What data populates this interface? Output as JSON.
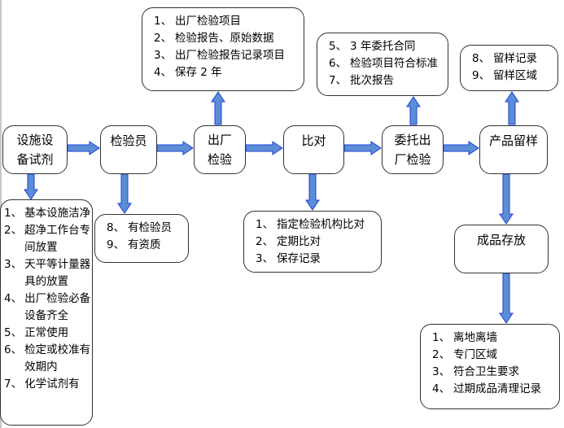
{
  "diagram": {
    "colors": {
      "arrow_fill": "#5b8ed6",
      "arrow_stroke": "#1f3fd8",
      "box_border": "#333333"
    },
    "nodes": {
      "facilities": "设施设\n备试剂",
      "inspector": "检验员",
      "factory_inspection": "出厂\n检验",
      "comparison": "比对",
      "entrusted_inspection": "委托出\n厂检验",
      "sample_retention": "产品留样",
      "finished_storage": "成品存放"
    },
    "notes": {
      "factory_inspection": [
        {
          "num": "1、",
          "text": "出厂检验项目"
        },
        {
          "num": "2、",
          "text": "检验报告、原始数据"
        },
        {
          "num": "3、",
          "text": "出厂检验报告记录项目"
        },
        {
          "num": "4、",
          "text": "保存 2 年"
        }
      ],
      "entrusted_inspection": [
        {
          "num": "5、",
          "text": "3 年委托合同"
        },
        {
          "num": "6、",
          "text": "检验项目符合标准"
        },
        {
          "num": "7、",
          "text": "批次报告"
        }
      ],
      "sample_retention": [
        {
          "num": "8、",
          "text": "留样记录"
        },
        {
          "num": "9、",
          "text": "留样区域"
        }
      ],
      "facilities": [
        {
          "num": "1、",
          "text": "基本设施洁净"
        },
        {
          "num": "2、",
          "text": "超净工作台专间放置"
        },
        {
          "num": "3、",
          "text": "天平等计量器具的放置"
        },
        {
          "num": "4、",
          "text": "出厂检验必备设备齐全"
        },
        {
          "num": "5、",
          "text": "正常使用"
        },
        {
          "num": "6、",
          "text": "检定或校准有效期内"
        },
        {
          "num": "7、",
          "text": "化学试剂有"
        }
      ],
      "inspector": [
        {
          "num": "8、",
          "text": "有检验员"
        },
        {
          "num": "9、",
          "text": "有资质"
        }
      ],
      "comparison": [
        {
          "num": "1、",
          "text": "指定检验机构比对"
        },
        {
          "num": "2、",
          "text": "定期比对"
        },
        {
          "num": "3、",
          "text": "保存记录"
        }
      ],
      "finished_storage": [
        {
          "num": "1、",
          "text": "离地离墙"
        },
        {
          "num": "2、",
          "text": "专门区域"
        },
        {
          "num": "3、",
          "text": "符合卫生要求"
        },
        {
          "num": "4、",
          "text": "过期成品清理记录"
        }
      ]
    }
  }
}
